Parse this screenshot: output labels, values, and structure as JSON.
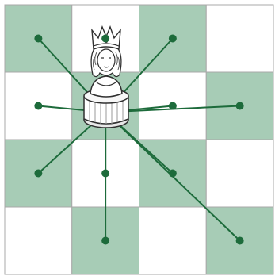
{
  "diagram": {
    "board": {
      "rows": 4,
      "cols": 4,
      "dark_color": "#a7ccb6",
      "light_color": "#ffffff",
      "border_color": "#a8a8a8",
      "dark_cells": [
        [
          0,
          0
        ],
        [
          0,
          2
        ],
        [
          1,
          1
        ],
        [
          1,
          3
        ],
        [
          2,
          0
        ],
        [
          2,
          2
        ],
        [
          3,
          1
        ],
        [
          3,
          3
        ]
      ]
    },
    "piece": {
      "name": "queen",
      "square": [
        1,
        1
      ],
      "body_color": "#ffffff",
      "outline_color": "#303030"
    },
    "moves": {
      "line_color": "#1d6b3b",
      "dot_color": "#1d6b3b",
      "targets": [
        [
          0,
          0
        ],
        [
          0,
          1
        ],
        [
          0,
          2
        ],
        [
          1,
          0
        ],
        [
          1,
          2
        ],
        [
          1,
          3
        ],
        [
          2,
          0
        ],
        [
          2,
          1
        ],
        [
          2,
          2
        ],
        [
          3,
          1
        ],
        [
          3,
          3
        ]
      ]
    }
  }
}
